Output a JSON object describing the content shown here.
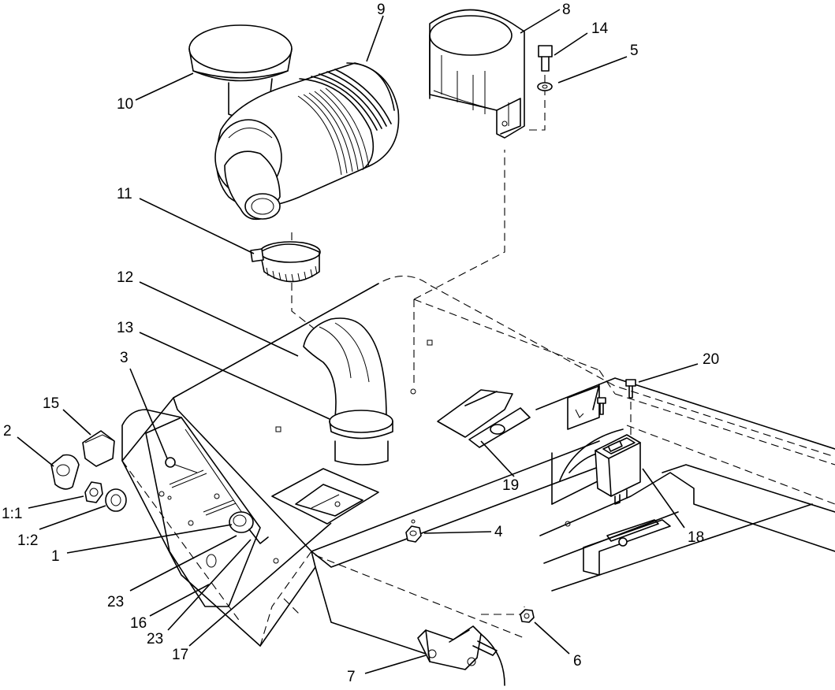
{
  "callouts": {
    "c1": "1",
    "c1_1": "1:1",
    "c1_2": "1:2",
    "c2": "2",
    "c3": "3",
    "c4": "4",
    "c5": "5",
    "c6": "6",
    "c7": "7",
    "c8": "8",
    "c9": "9",
    "c10": "10",
    "c11": "11",
    "c12": "12",
    "c13": "13",
    "c14": "14",
    "c15": "15",
    "c16": "16",
    "c17": "17",
    "c18": "18",
    "c19": "19",
    "c20": "20",
    "c23a": "23",
    "c23b": "23"
  }
}
